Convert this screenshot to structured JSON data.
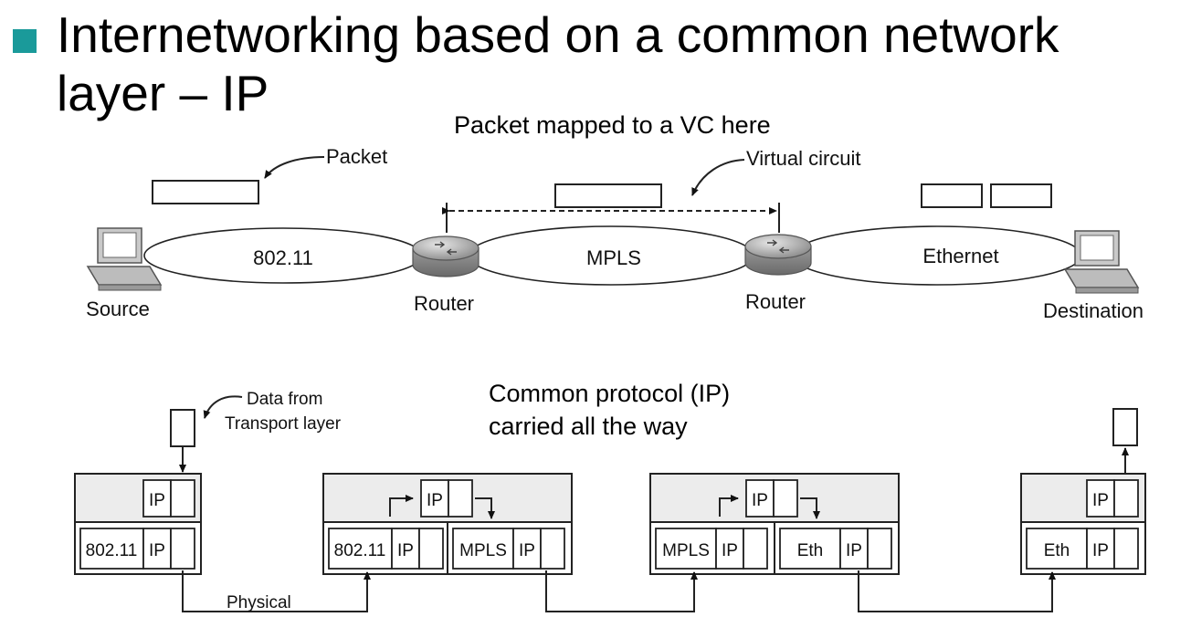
{
  "slide": {
    "bullet": "Internetworking based on a common network layer – IP",
    "annotation_vc": "Packet mapped to a VC here",
    "annotation_common": [
      "Common protocol (IP)",
      "carried all the way"
    ]
  },
  "network": {
    "packet_label": "Packet",
    "vc_label": "Virtual circuit",
    "links": [
      "802.11",
      "MPLS",
      "Ethernet"
    ],
    "source_label": "Source",
    "router_label": "Router",
    "destination_label": "Destination"
  },
  "stack": {
    "data_label": [
      "Data from",
      "Transport layer"
    ],
    "physical_label": "Physical",
    "ip": "IP",
    "l2_80211": "802.11",
    "l2_mpls": "MPLS",
    "l2_eth": "Eth"
  }
}
